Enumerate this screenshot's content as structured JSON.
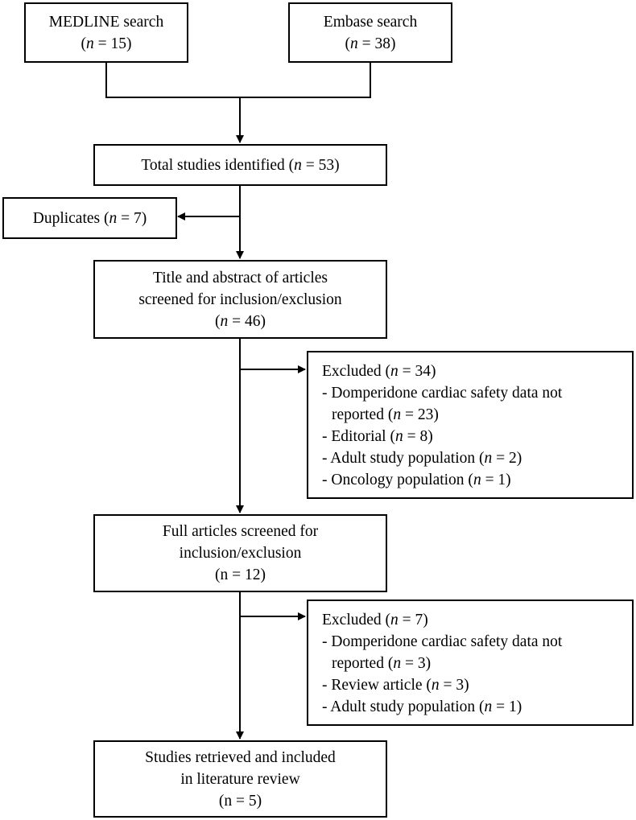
{
  "boxes": {
    "medline": {
      "title": "MEDLINE search",
      "n_var": "n",
      "n_text": " = 15"
    },
    "embase": {
      "title": "Embase search",
      "n_var": "n",
      "n_text": " = 38"
    },
    "total": {
      "title": "Total studies identified (",
      "n_var": "n",
      "n_text": " = 53)"
    },
    "duplicates": {
      "title": "Duplicates (",
      "n_var": "n",
      "n_text": " = 7)"
    },
    "title_abstract": {
      "line1": "Title and abstract of articles",
      "line2": "screened for inclusion/exclusion",
      "n_var": "n",
      "n_text": " = 46"
    },
    "excluded1": {
      "header_pre": "Excluded (",
      "header_var": "n",
      "header_post": " = 34)",
      "items": [
        {
          "line1": "- Domperidone cardiac safety data not",
          "line2_pre": "reported (",
          "var": "n",
          "post": " = 23)"
        },
        {
          "pre": "- Editorial (",
          "var": "n",
          "post": " = 8)"
        },
        {
          "pre": "- Adult study population (",
          "var": "n",
          "post": " = 2)"
        },
        {
          "pre": "- Oncology population (",
          "var": "n",
          "post": " = 1)"
        }
      ]
    },
    "full_articles": {
      "line1": "Full articles screened for",
      "line2": "inclusion/exclusion",
      "n_text": "(n = 12)"
    },
    "excluded2": {
      "header_pre": "Excluded (",
      "header_var": "n",
      "header_post": " = 7)",
      "items": [
        {
          "line1": "- Domperidone cardiac safety data not",
          "line2_pre": "reported (",
          "var": "n",
          "post": " = 3)"
        },
        {
          "pre": "- Review article (",
          "var": "n",
          "post": " = 3)"
        },
        {
          "pre": "- Adult study population (",
          "var": "n",
          "post": " = 1)"
        }
      ]
    },
    "included": {
      "line1": "Studies retrieved and included",
      "line2": "in literature review",
      "n_text": "(n = 5)"
    }
  }
}
